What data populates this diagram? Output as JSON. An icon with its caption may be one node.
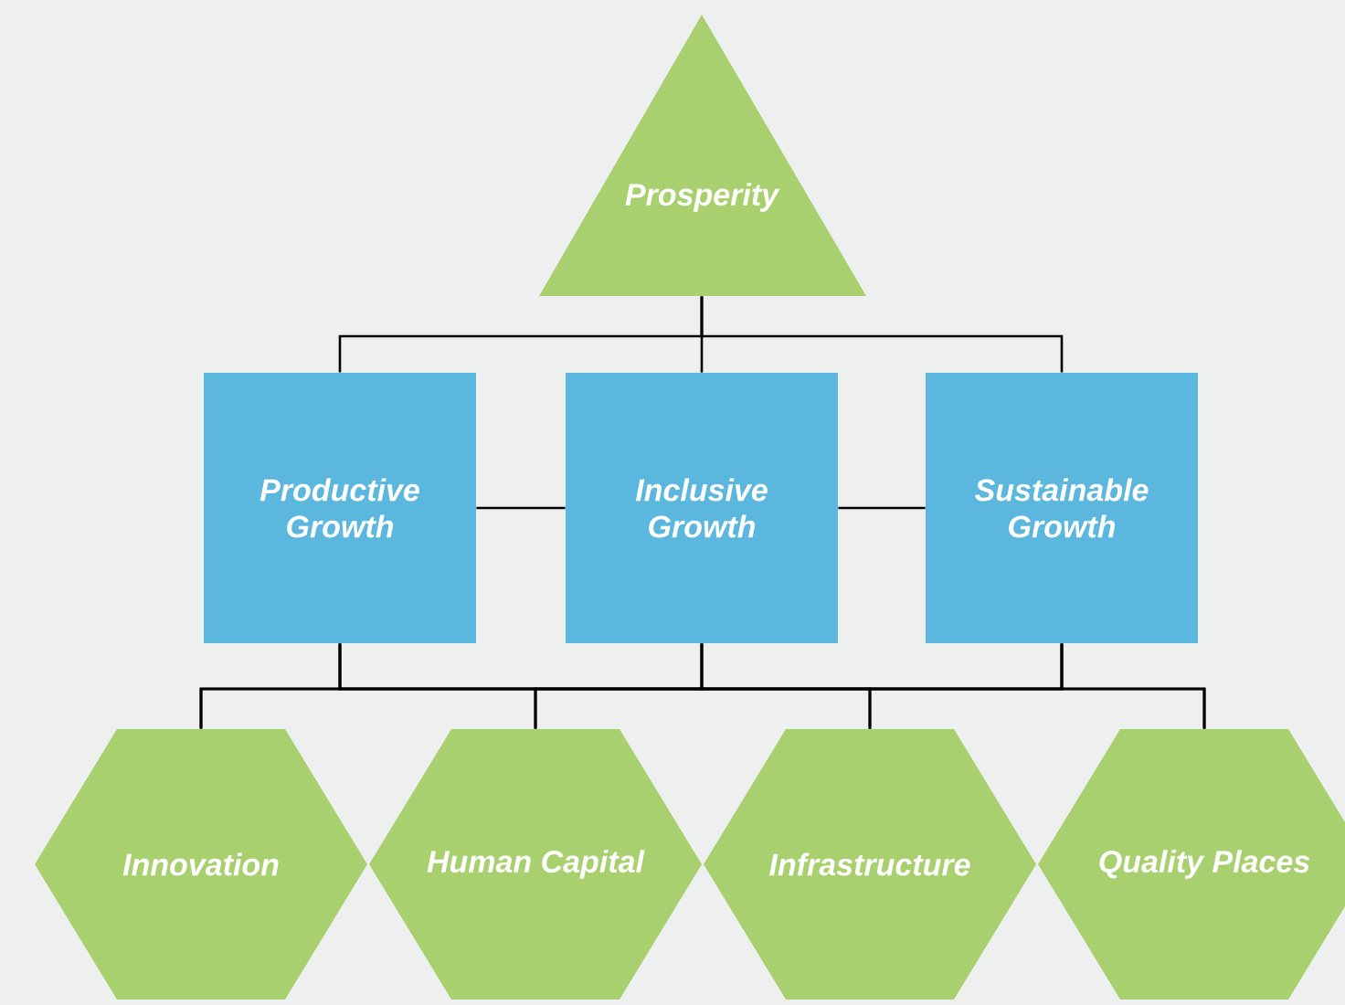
{
  "diagram": {
    "nodes": [
      {
        "text": [
          "Prosperity"
        ]
      },
      {
        "text": [
          "Productive Growth"
        ]
      },
      {
        "text": [
          "Inclusive Growth"
        ]
      },
      {
        "text": [
          "Sustainable Growth"
        ]
      },
      {
        "text": [
          "Innovation"
        ]
      },
      {
        "text": [
          "Human Capital"
        ]
      },
      {
        "text": [
          "Infrastructure"
        ]
      },
      {
        "text": [
          "Quality Places"
        ]
      }
    ],
    "edges": [
      {
        "from": 0,
        "to": 1,
        "arrow": "none"
      },
      {
        "from": 0,
        "to": 2,
        "arrow": "none"
      },
      {
        "from": 0,
        "to": 3,
        "arrow": "none"
      },
      {
        "from": 1,
        "to": 2,
        "arrow": "none"
      },
      {
        "from": 2,
        "to": 3,
        "arrow": "none"
      },
      {
        "from": 1,
        "to": 4,
        "arrow": "none"
      },
      {
        "from": 1,
        "to": 5,
        "arrow": "none"
      },
      {
        "from": 1,
        "to": 6,
        "arrow": "none"
      },
      {
        "from": 1,
        "to": 7,
        "arrow": "none"
      },
      {
        "from": 2,
        "to": 4,
        "arrow": "none"
      },
      {
        "from": 2,
        "to": 5,
        "arrow": "none"
      },
      {
        "from": 2,
        "to": 6,
        "arrow": "none"
      },
      {
        "from": 2,
        "to": 7,
        "arrow": "none"
      },
      {
        "from": 3,
        "to": 4,
        "arrow": "none"
      },
      {
        "from": 3,
        "to": 5,
        "arrow": "none"
      },
      {
        "from": 3,
        "to": 6,
        "arrow": "none"
      },
      {
        "from": 3,
        "to": 7,
        "arrow": "none"
      }
    ]
  }
}
